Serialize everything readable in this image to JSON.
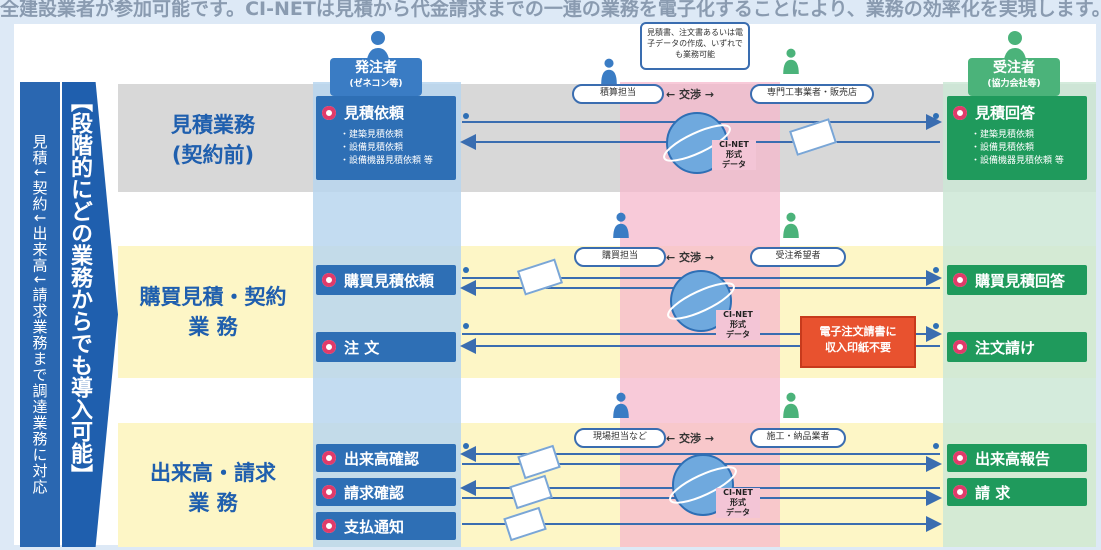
{
  "top_caption": "全建設業者が参加可能です。CI-NETは見積から代金請求までの一連の業務を電子化することにより、業務の効率化を実現します。",
  "left_bar": "見積↓契約↓出来高↓請求業務まで調達業務に対応",
  "chevron_text": "【段階的にどの業務からでも導入可能】",
  "orderer": {
    "label": "発注者",
    "sub": "(ゼネコン等)"
  },
  "contractor": {
    "label": "受注者",
    "sub": "(協力会社等)"
  },
  "balloon": "見積書、注文書あるいは電子データの作成、いずれでも業務可能",
  "bands": [
    {
      "title_l1": "見積業務",
      "title_l2": "(契約前)",
      "left_boxes": [
        {
          "label": "見積依頼",
          "subs": [
            "・建築見積依頼",
            "・設備見積依頼",
            "・設備機器見積依頼 等"
          ]
        }
      ],
      "right_boxes": [
        {
          "label": "見積回答",
          "subs": [
            "・建築見積依頼",
            "・設備見積依頼",
            "・設備機器見積依頼 等"
          ]
        }
      ],
      "pill_left": "積算担当",
      "pill_right": "専門工事業者・販売店",
      "exchange": "← 交渉 →"
    },
    {
      "title_l1": "購買見積・契約",
      "title_l2": "業 務",
      "left_boxes": [
        {
          "label": "購買見積依頼"
        },
        {
          "label": "注 文"
        }
      ],
      "right_boxes": [
        {
          "label": "購買見積回答"
        },
        {
          "label": "注文請け"
        }
      ],
      "pill_left": "購買担当",
      "pill_right": "受注希望者",
      "exchange": "← 交渉 →",
      "note_l1": "電子注文請書に",
      "note_l2": "収入印紙不要"
    },
    {
      "title_l1": "出来高・請求",
      "title_l2": "業 務",
      "left_boxes": [
        {
          "label": "出来高確認"
        },
        {
          "label": "請求確認"
        },
        {
          "label": "支払通知"
        }
      ],
      "right_boxes": [
        {
          "label": "出来高報告"
        },
        {
          "label": "請 求"
        }
      ],
      "pill_left": "現場担当など",
      "pill_right": "施工・納品業者",
      "exchange": "← 交渉 →"
    }
  ],
  "globe_label": {
    "l1": "CI-NET",
    "l2": "形式",
    "l3": "データ"
  },
  "colors": {
    "blue": "#2e6fb5",
    "green": "#1f9a5c",
    "accent": "#e03b6a",
    "band_yellow": "#fdf6c6"
  }
}
